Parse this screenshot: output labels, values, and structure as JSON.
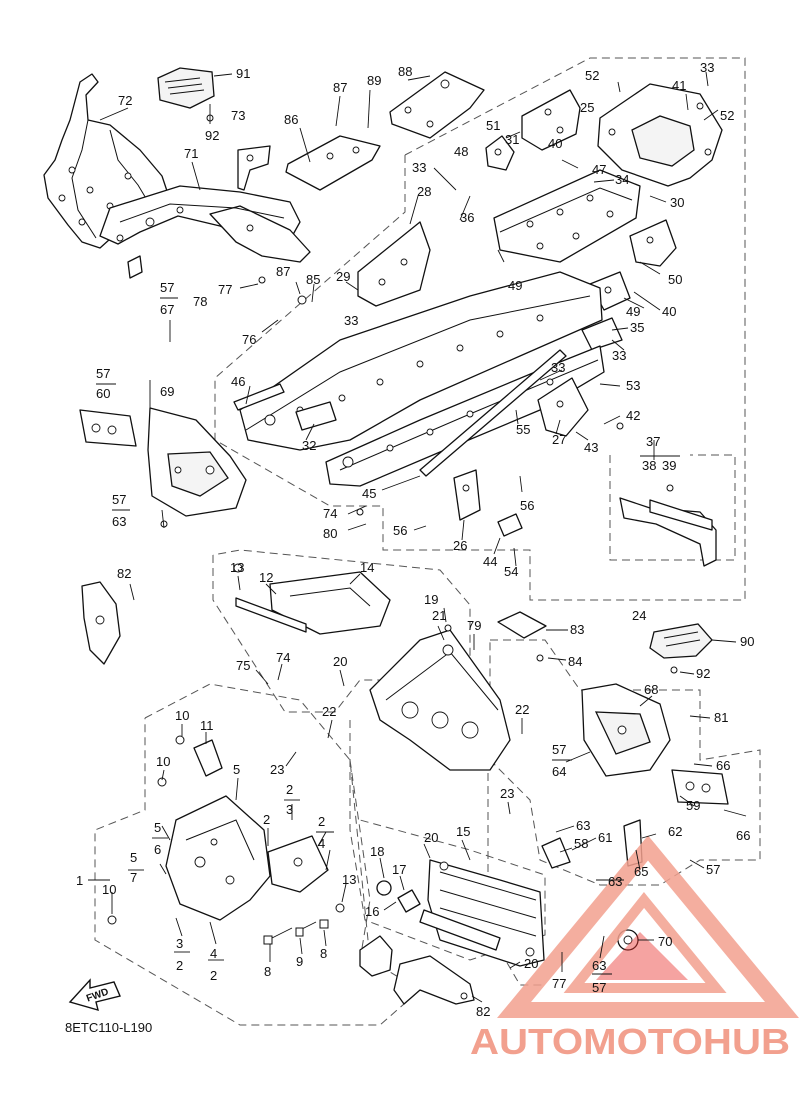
{
  "diagram_code": "8ETC110-L190",
  "direction_arrow": {
    "label": "FWD",
    "icon": "fwd-arrow-icon"
  },
  "watermark": {
    "brand_text": "AUTOMOTOHUB",
    "accent_color": "#e8322e",
    "secondary_color": "#f2a08e",
    "text_gray": "#6b6b6b"
  },
  "callouts": {
    "c91": "91",
    "c92a": "92",
    "c72": "72",
    "c73": "73",
    "c71": "71",
    "c86": "86",
    "c87a": "87",
    "c89": "89",
    "c88": "88",
    "c33a": "33",
    "c52a": "52",
    "c41": "41",
    "c52b": "52",
    "c25": "25",
    "c51": "51",
    "c31": "31",
    "c48": "48",
    "c40a": "40",
    "c47": "47",
    "c34": "34",
    "c30": "30",
    "c33b": "33",
    "c36": "36",
    "c28": "28",
    "c78": "78",
    "c77a": "77",
    "c87b": "87",
    "c85": "85",
    "c29": "29",
    "c33c": "33",
    "c49a": "49",
    "c50": "50",
    "c49b": "49",
    "c40b": "40",
    "c57a": "57",
    "c67": "67",
    "c76": "76",
    "c35": "35",
    "c33d": "33",
    "c57b": "57",
    "c60": "60",
    "c69": "69",
    "c46": "46",
    "c33e": "33",
    "c53": "53",
    "c32": "32",
    "c42": "42",
    "c55": "55",
    "c43": "43",
    "c27": "27",
    "c37": "37",
    "c38": "38",
    "c39": "39",
    "c45": "45",
    "c56a": "56",
    "c57c": "57",
    "c63a": "63",
    "c74a": "74",
    "c80": "80",
    "c56b": "56",
    "c26": "26",
    "c44": "44",
    "c54": "54",
    "c24": "24",
    "c82a": "82",
    "c13a": "13",
    "c12": "12",
    "c14": "14",
    "c19": "19",
    "c79": "79",
    "c83": "83",
    "c21": "21",
    "c90": "90",
    "c84": "84",
    "c92b": "92",
    "c75": "75",
    "c74b": "74",
    "c20a": "20",
    "c68": "68",
    "c81": "81",
    "c22a": "22",
    "c22b": "22",
    "c10a": "10",
    "c11": "11",
    "c57d": "57",
    "c64": "64",
    "c66a": "66",
    "c23a": "23",
    "c10b": "10",
    "c5a": "5",
    "c2a": "2",
    "c3a": "3",
    "c59": "59",
    "c2b": "2",
    "c4a": "4",
    "c23b": "23",
    "c63b": "63",
    "c66b": "66",
    "c5b": "5",
    "c6": "6",
    "c5c": "5",
    "c7": "7",
    "c2c": "2",
    "c20b": "20",
    "c15": "15",
    "c61": "61",
    "c62": "62",
    "c58": "58",
    "c1": "1",
    "c18": "18",
    "c17": "17",
    "c13b": "13",
    "c63c": "63",
    "c65": "65",
    "c57e": "57",
    "c10c": "10",
    "c16": "16",
    "c3b": "3",
    "c2d": "2",
    "c4b": "4",
    "c2e": "2",
    "c8a": "8",
    "c9": "9",
    "c8b": "8",
    "c70": "70",
    "c20c": "20",
    "c77b": "77",
    "c63d": "63",
    "c57f": "57",
    "c82b": "82"
  }
}
